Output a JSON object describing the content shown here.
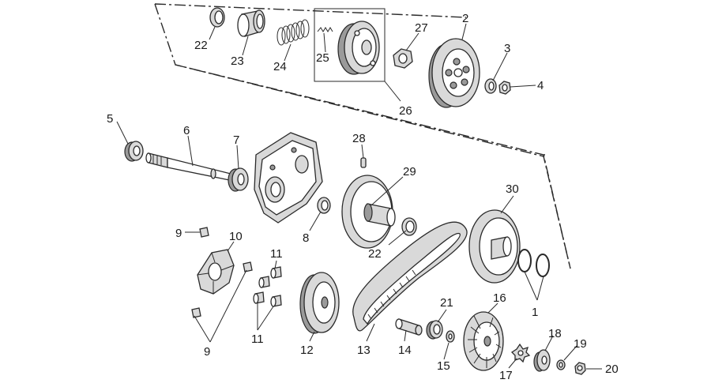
{
  "callouts": {
    "p1": "1",
    "p2": "2",
    "p3": "3",
    "p4": "4",
    "p5": "5",
    "p6": "6",
    "p7": "7",
    "p8": "8",
    "p9a": "9",
    "p9b": "9",
    "p10": "10",
    "p11a": "11",
    "p11b": "11",
    "p12": "12",
    "p13": "13",
    "p14": "14",
    "p15": "15",
    "p16": "16",
    "p17": "17",
    "p18": "18",
    "p19": "19",
    "p20": "20",
    "p21": "21",
    "p22a": "22",
    "p22b": "22",
    "p23": "23",
    "p24": "24",
    "p25": "25",
    "p26": "26",
    "p27": "27",
    "p28": "28",
    "p29": "29",
    "p30": "30"
  }
}
